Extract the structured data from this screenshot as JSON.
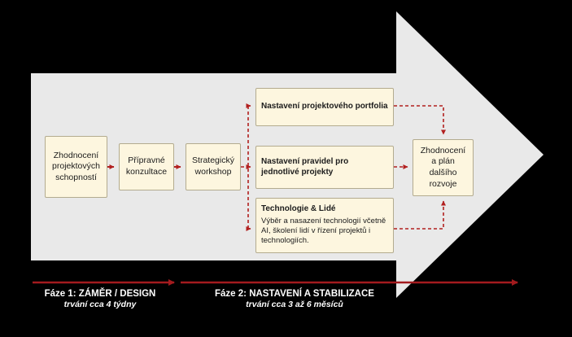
{
  "colors": {
    "canvas-bg": "#000000",
    "arrow-fill": "#e9e9e9",
    "box-bg": "#fdf6df",
    "box-border": "#b3ab8f",
    "box-text": "#1c1c1c",
    "flow-red": "#b2201f",
    "timeline-red": "#a31b1e",
    "label-white": "#ffffff"
  },
  "process": {
    "step_assessment": "Zhodnocení projektových schopností",
    "step_consultation": "Přípravné konzultace",
    "step_workshop": "Strategický workshop",
    "portfolio": "Nastavení projektového portfolia",
    "rules": "Nastavení pravidel pro jednotlivé projekty",
    "tech_title": "Technologie & Lidé",
    "tech_body": "Výběr a nasazení technologií včetně AI, školení lidí v řízení projektů i technologiích.",
    "review": "Zhodnocení a plán dalšího rozvoje"
  },
  "timeline": {
    "phase1_title": "Fáze 1: ZÁMĚR / DESIGN",
    "phase1_subtitle": "trvání cca 4 týdny",
    "phase2_title": "Fáze 2: NASTAVENÍ A STABILIZACE",
    "phase2_subtitle": "trvání cca 3 až 6 měsíců"
  }
}
